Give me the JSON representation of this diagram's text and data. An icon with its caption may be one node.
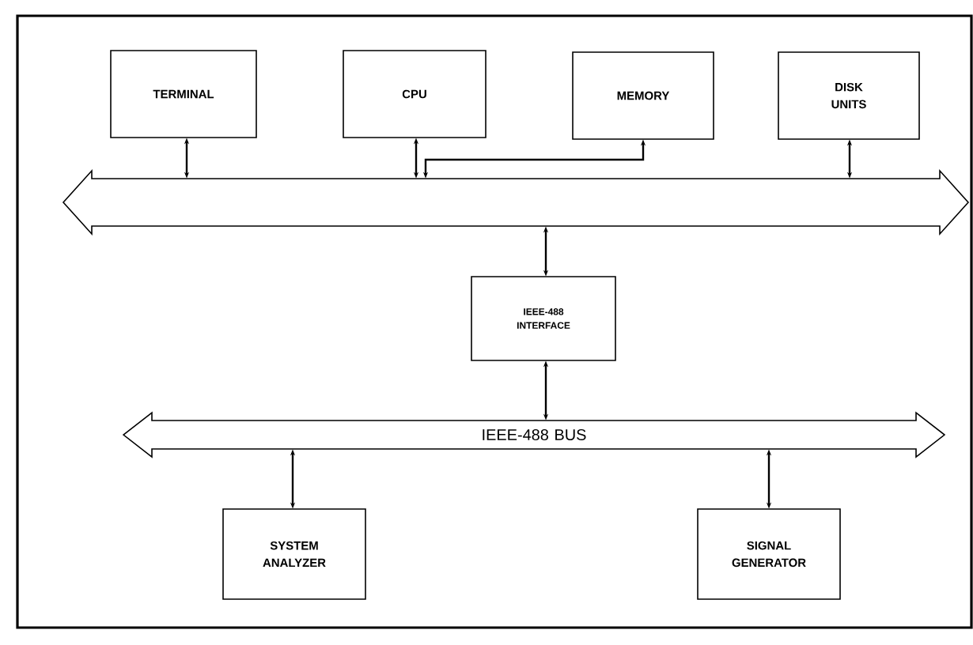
{
  "diagram": {
    "nodes": [
      {
        "text": [
          "TERMINAL"
        ]
      },
      {
        "text": [
          "CPU"
        ]
      },
      {
        "text": [
          "MEMORY"
        ]
      },
      {
        "text": [
          "DISK UNITS"
        ]
      },
      {
        "text": [],
        "shape": "arrow"
      },
      {
        "text": [
          "IEEE-488 INTERFACE"
        ]
      },
      {
        "text": [
          "IEEE-488 BUS"
        ]
      },
      {
        "text": [
          "SYSTEM ANALYZER"
        ]
      },
      {
        "text": [
          "SIGNAL GENERATOR"
        ]
      }
    ],
    "edges": [
      {
        "from": 0,
        "to": 4,
        "arrow": "both"
      },
      {
        "from": 1,
        "to": 4,
        "arrow": "both"
      },
      {
        "from": 2,
        "to": 4,
        "arrow": "both"
      },
      {
        "from": 3,
        "to": 4,
        "arrow": "both"
      },
      {
        "from": 4,
        "to": 5,
        "arrow": "both"
      },
      {
        "from": 5,
        "to": 6,
        "arrow": "both"
      },
      {
        "from": 6,
        "to": 7,
        "arrow": "both"
      },
      {
        "from": 6,
        "to": 8,
        "arrow": "both"
      }
    ]
  }
}
